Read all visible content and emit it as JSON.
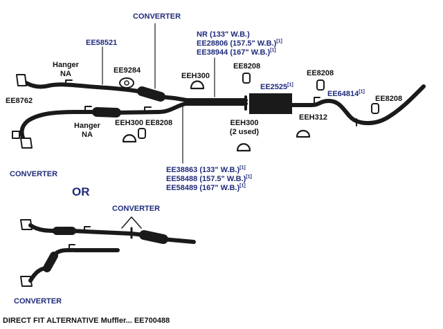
{
  "labels": {
    "converter_top": "CONVERTER",
    "ee58521": "EE58521",
    "hanger_na_top": [
      "Hanger",
      "NA"
    ],
    "ee9284": "EE9284",
    "eeh300_top": "EEH300",
    "nr_line": "NR (133\" W.B.)",
    "ee28806": "EE28806 (157.5\" W.B.)",
    "ee38944": "EE38944 (167\" W.B.)",
    "fn": "[1]",
    "ee8208_a": "EE8208",
    "ee2525": "EE2525",
    "ee8208_b": "EE8208",
    "ee64814": "EE64814",
    "ee8208_c": "EE8208",
    "ee8762": "EE8762",
    "hanger_na_mid": [
      "Hanger",
      "NA"
    ],
    "eeh300_mid": "EEH300",
    "ee8208_mid": "EE8208",
    "eeh300_used": [
      "EEH300",
      "(2 used)"
    ],
    "eeh312": "EEH312",
    "converter_left": "CONVERTER",
    "ee38863": "EE38863 (133\" W.B.)",
    "ee58488": "EE58488 (157.5\" W.B.)",
    "ee58489": "EE58489 (167\" W.B.)",
    "or": "OR",
    "converter_mid": "CONVERTER",
    "converter_bottom": "CONVERTER",
    "footer": "DIRECT FIT ALTERNATIVE Muffler... EE700488"
  },
  "colors": {
    "pipe": "#1a1a1a",
    "accent_text": "#1f2a7a",
    "text": "#111111",
    "background": "#ffffff"
  }
}
